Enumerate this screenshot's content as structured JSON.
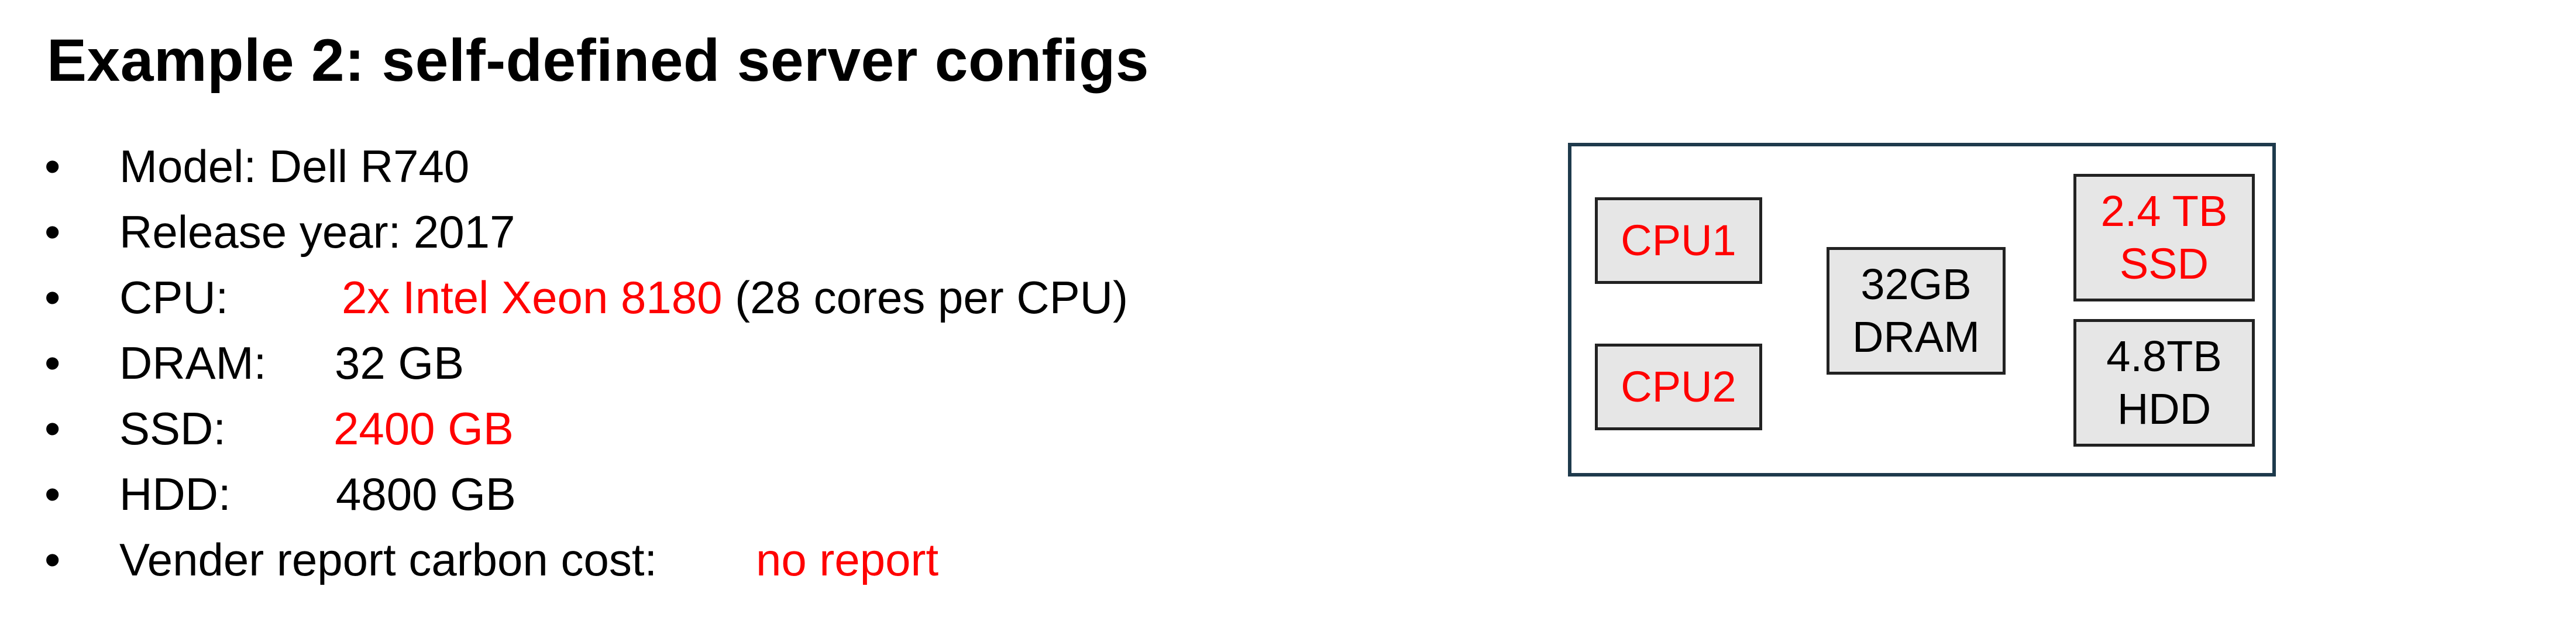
{
  "title": "Example 2:  self-defined server configs",
  "bullet_symbol": "•",
  "specs": [
    {
      "label": "Model: Dell R740",
      "value": "",
      "value_red": false,
      "suffix": ""
    },
    {
      "label": "Release year: 2017",
      "value": "",
      "value_red": false,
      "suffix": ""
    },
    {
      "label": "CPU:",
      "value": "2x Intel Xeon 8180",
      "value_red": true,
      "suffix": " (28 cores per CPU)"
    },
    {
      "label": "DRAM:",
      "value": "32 GB",
      "value_red": false,
      "suffix": ""
    },
    {
      "label": "SSD:",
      "value": "2400 GB",
      "value_red": true,
      "suffix": ""
    },
    {
      "label": "HDD:",
      "value": "4800 GB",
      "value_red": false,
      "suffix": ""
    },
    {
      "label": "Vender report carbon cost:",
      "value": "no report",
      "value_red": true,
      "suffix": ""
    }
  ],
  "diagram": {
    "cpu1": "CPU1",
    "cpu2": "CPU2",
    "dram_line1": "32GB",
    "dram_line2": "DRAM",
    "ssd_line1": "2.4 TB",
    "ssd_line2": "SSD",
    "hdd_line1": "4.8TB",
    "hdd_line2": "HDD"
  },
  "colors": {
    "highlight": "#ff0000",
    "box_border": "#1e3a4c",
    "component_fill": "#e6e6e6"
  }
}
